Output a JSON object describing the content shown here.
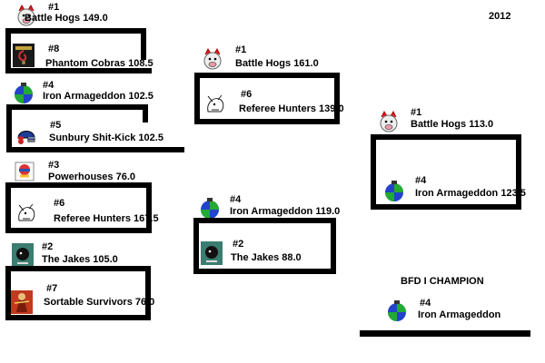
{
  "year": "2012",
  "round1": [
    {
      "seed": "#1",
      "name": "Battle Hogs",
      "score": "149.0",
      "logo": "hog-logo"
    },
    {
      "seed": "#8",
      "name": "Phantom Cobras",
      "score": "108.5",
      "logo": "cobra-logo"
    },
    {
      "seed": "#4",
      "name": "Iron Armageddon",
      "score": "102.5",
      "logo": "armageddon-logo"
    },
    {
      "seed": "#5",
      "name": "Sunbury Shit-Kick",
      "score": "102.5",
      "logo": "helmet-logo"
    },
    {
      "seed": "#3",
      "name": "Powerhouses",
      "score": "76.0",
      "logo": "powerhouse-logo"
    },
    {
      "seed": "#6",
      "name": "Referee Hunters",
      "score": "167.5",
      "logo": "hunter-logo"
    },
    {
      "seed": "#2",
      "name": "The Jakes",
      "score": "105.0",
      "logo": "jakes-logo"
    },
    {
      "seed": "#7",
      "name": "Sortable Survivors",
      "score": "76.0",
      "logo": "survivor-logo"
    }
  ],
  "round2": [
    {
      "seed": "#1",
      "name": "Battle Hogs",
      "score": "161.0",
      "logo": "hog-logo"
    },
    {
      "seed": "#6",
      "name": "Referee Hunters",
      "score": "139.0",
      "logo": "hunter-logo"
    },
    {
      "seed": "#4",
      "name": "Iron Armageddon",
      "score": "119.0",
      "logo": "armageddon-logo"
    },
    {
      "seed": "#2",
      "name": "The Jakes",
      "score": "88.0",
      "logo": "jakes-logo"
    }
  ],
  "round3": [
    {
      "seed": "#1",
      "name": "Battle Hogs",
      "score": "113.0",
      "logo": "hog-logo"
    },
    {
      "seed": "#4",
      "name": "Iron Armageddon",
      "score": "123.5",
      "logo": "armageddon-logo"
    }
  ],
  "champion": {
    "title": "BFD I  CHAMPION",
    "seed": "#4",
    "name": "Iron Armageddon",
    "logo": "armageddon-logo"
  }
}
